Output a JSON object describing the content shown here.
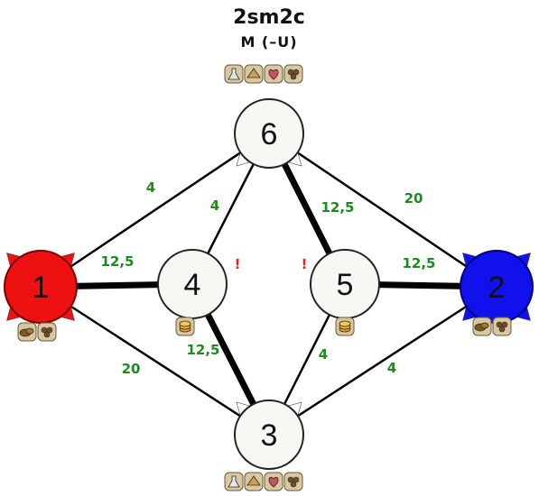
{
  "title": "2sm2c",
  "subtitle": "M (–U)",
  "colors": {
    "edge": "#000000",
    "edge_label": "#1c8a1c",
    "alert": "#e02020",
    "red_player": "#ee1111",
    "blue_player": "#1111ee",
    "neutral": "#f6f9f3"
  },
  "nodes": [
    {
      "id": "1",
      "label": "1",
      "owner": "red"
    },
    {
      "id": "2",
      "label": "2",
      "owner": "blue"
    },
    {
      "id": "3",
      "label": "3",
      "owner": "neutral"
    },
    {
      "id": "4",
      "label": "4",
      "owner": "neutral"
    },
    {
      "id": "5",
      "label": "5",
      "owner": "neutral"
    },
    {
      "id": "6",
      "label": "6",
      "owner": "neutral"
    }
  ],
  "edges": [
    {
      "from": "1",
      "to": "6",
      "label": "4",
      "thick": false
    },
    {
      "from": "1",
      "to": "4",
      "label": "12,5",
      "thick": true
    },
    {
      "from": "1",
      "to": "3",
      "label": "20",
      "thick": false
    },
    {
      "from": "4",
      "to": "6",
      "label": "4",
      "thick": false
    },
    {
      "from": "4",
      "to": "3",
      "label": "12,5",
      "thick": true
    },
    {
      "from": "5",
      "to": "6",
      "label": "12,5",
      "thick": true
    },
    {
      "from": "5",
      "to": "3",
      "label": "4",
      "thick": false
    },
    {
      "from": "5",
      "to": "2",
      "label": "12,5",
      "thick": true
    },
    {
      "from": "6",
      "to": "2",
      "label": "20",
      "thick": false
    },
    {
      "from": "3",
      "to": "2",
      "label": "4",
      "thick": false
    }
  ],
  "alerts": [
    "!",
    "!"
  ],
  "resource_icons": {
    "node_1": [
      "ore-icon",
      "grain-icon"
    ],
    "node_2": [
      "ore-icon",
      "grain-icon"
    ],
    "node_3": [
      "flask-icon",
      "cloth-icon",
      "heart-icon",
      "grain-icon"
    ],
    "node_4": [
      "coins-icon"
    ],
    "node_5": [
      "coins-icon"
    ],
    "node_6": [
      "flask-icon",
      "cloth-icon",
      "heart-icon",
      "grain-icon"
    ]
  }
}
